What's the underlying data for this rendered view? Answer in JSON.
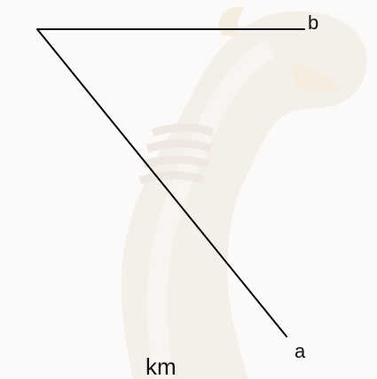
{
  "diagram": {
    "labels": {
      "point_a": "a",
      "point_b": "b",
      "unit": "km"
    },
    "colors": {
      "line": "#000000",
      "text": "#111111",
      "background": "#fbfaf8",
      "watermark": "#ece3d8"
    },
    "watermark": "faded-dragon-head-figure"
  }
}
